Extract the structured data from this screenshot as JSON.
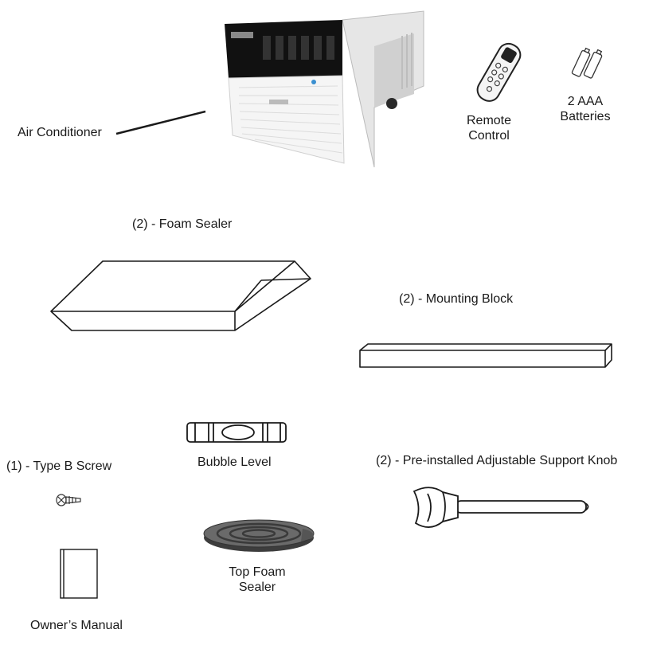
{
  "labels": {
    "air_conditioner": "Air Conditioner",
    "remote_line1": "Remote",
    "remote_line2": "Control",
    "batteries_line1": "2 AAA",
    "batteries_line2": "Batteries",
    "foam_sealer": "(2) - Foam Sealer",
    "mounting_block": "(2) - Mounting Block",
    "bubble_level": "Bubble Level",
    "type_b_screw": "(1) - Type B Screw",
    "support_knob": "(2) - Pre-installed Adjustable Support Knob",
    "top_foam_line1": "Top Foam",
    "top_foam_line2": "Sealer",
    "owners_manual": "Owner’s Manual"
  },
  "colors": {
    "line": "#1a1a1a",
    "ac_body": "#f2f2f2",
    "ac_panel": "#111111",
    "ac_side": "#d9d9d9",
    "foam_top": "#5a5a5a"
  }
}
